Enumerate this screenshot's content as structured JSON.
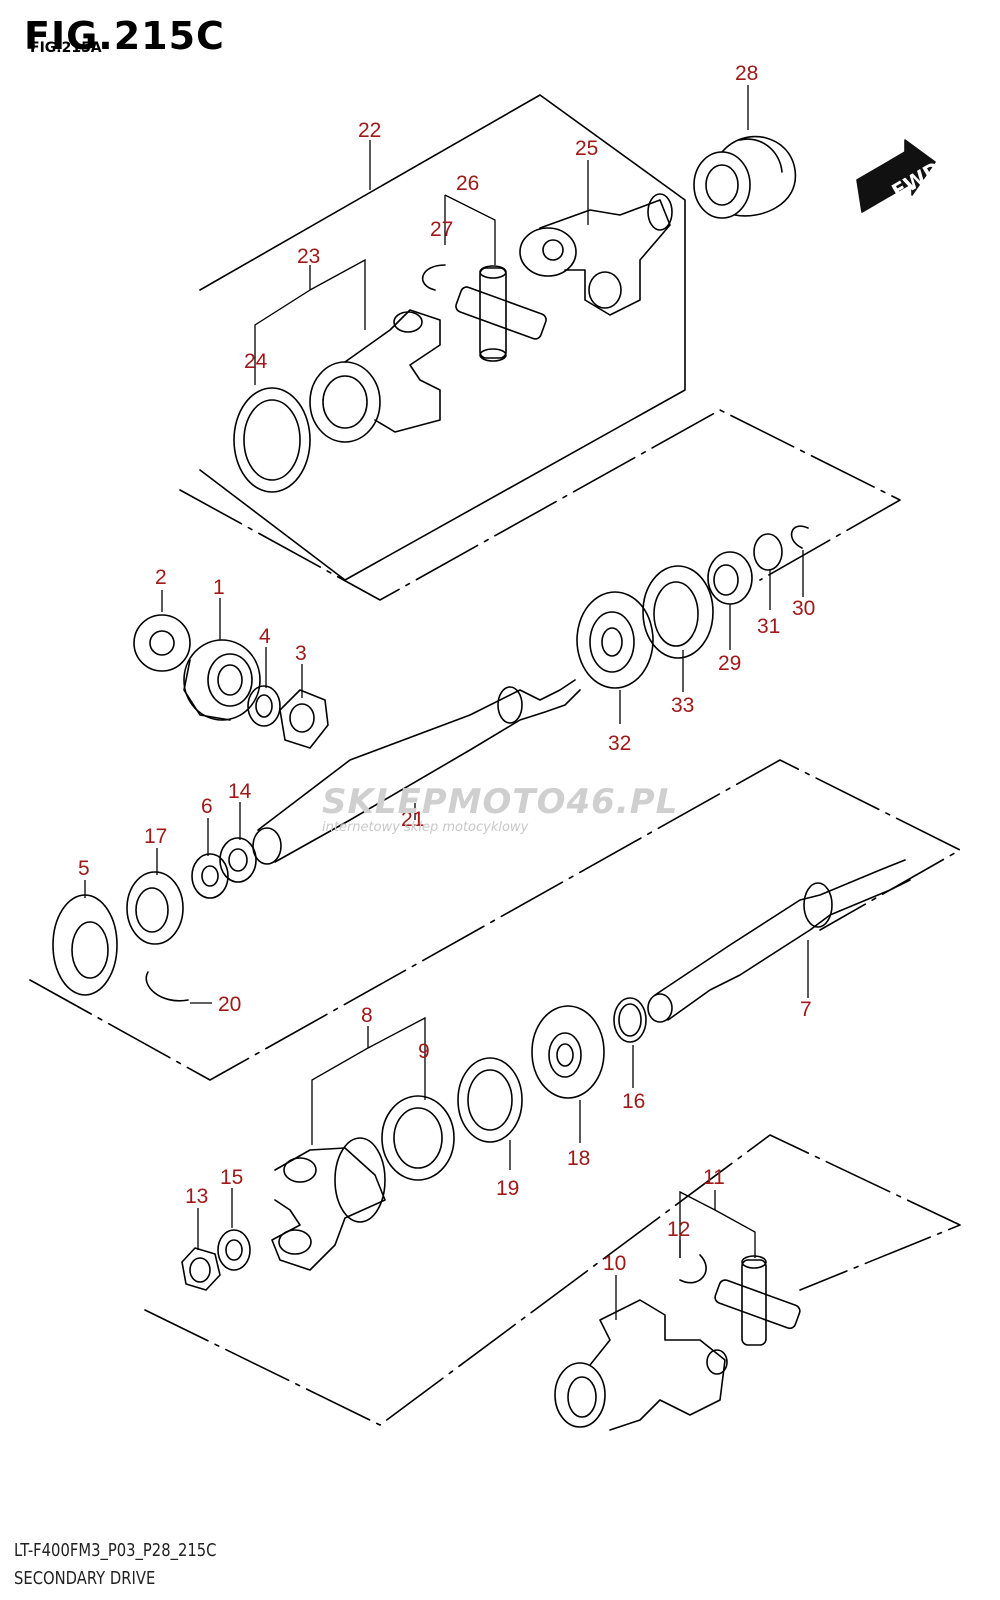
{
  "figure": {
    "title": "FIG.215C",
    "subtitle": "FIG.215A",
    "code": "LT-F400FM3_P03_P28_215C",
    "name": "SECONDARY DRIVE",
    "fwd_label": "FWD"
  },
  "watermark": {
    "text": "SKLEPMOTO46.PL",
    "subtext": "internetowy sklep motocyklowy"
  },
  "callouts": [
    "1",
    "2",
    "3",
    "4",
    "5",
    "6",
    "7",
    "8",
    "9",
    "10",
    "11",
    "12",
    "13",
    "14",
    "15",
    "16",
    "17",
    "18",
    "19",
    "20",
    "21",
    "22",
    "23",
    "24",
    "25",
    "26",
    "27",
    "28",
    "29",
    "30",
    "31",
    "32",
    "33"
  ],
  "colors": {
    "callout": "#a01818",
    "line": "#000000"
  }
}
